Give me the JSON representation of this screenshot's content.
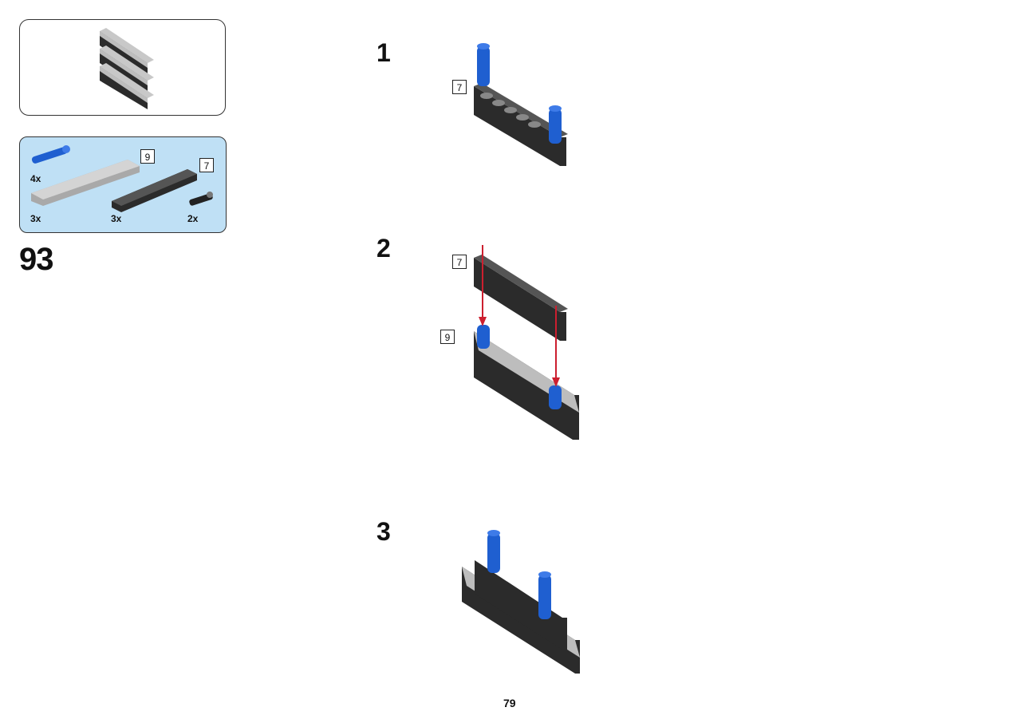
{
  "parts_list": {
    "items": [
      {
        "qty": "4x",
        "part": "blue-pin"
      },
      {
        "qty": "3x",
        "part": "gray-beam",
        "length_tag": "9"
      },
      {
        "qty": "3x",
        "part": "black-beam",
        "length_tag": "7"
      },
      {
        "qty": "2x",
        "part": "black-pin"
      }
    ]
  },
  "sub_step_number": "93",
  "steps": [
    {
      "number": "1",
      "length_tags": [
        "7"
      ]
    },
    {
      "number": "2",
      "length_tags": [
        "7",
        "9"
      ]
    },
    {
      "number": "3",
      "length_tags": []
    }
  ],
  "page_number": "79",
  "colors": {
    "parts_bg": "#bfe0f5",
    "beam_black": "#2b2b2b",
    "beam_gray": "#b9b9b9",
    "pin_blue": "#1f5fd0",
    "arrow_red": "#cc1f2f"
  }
}
